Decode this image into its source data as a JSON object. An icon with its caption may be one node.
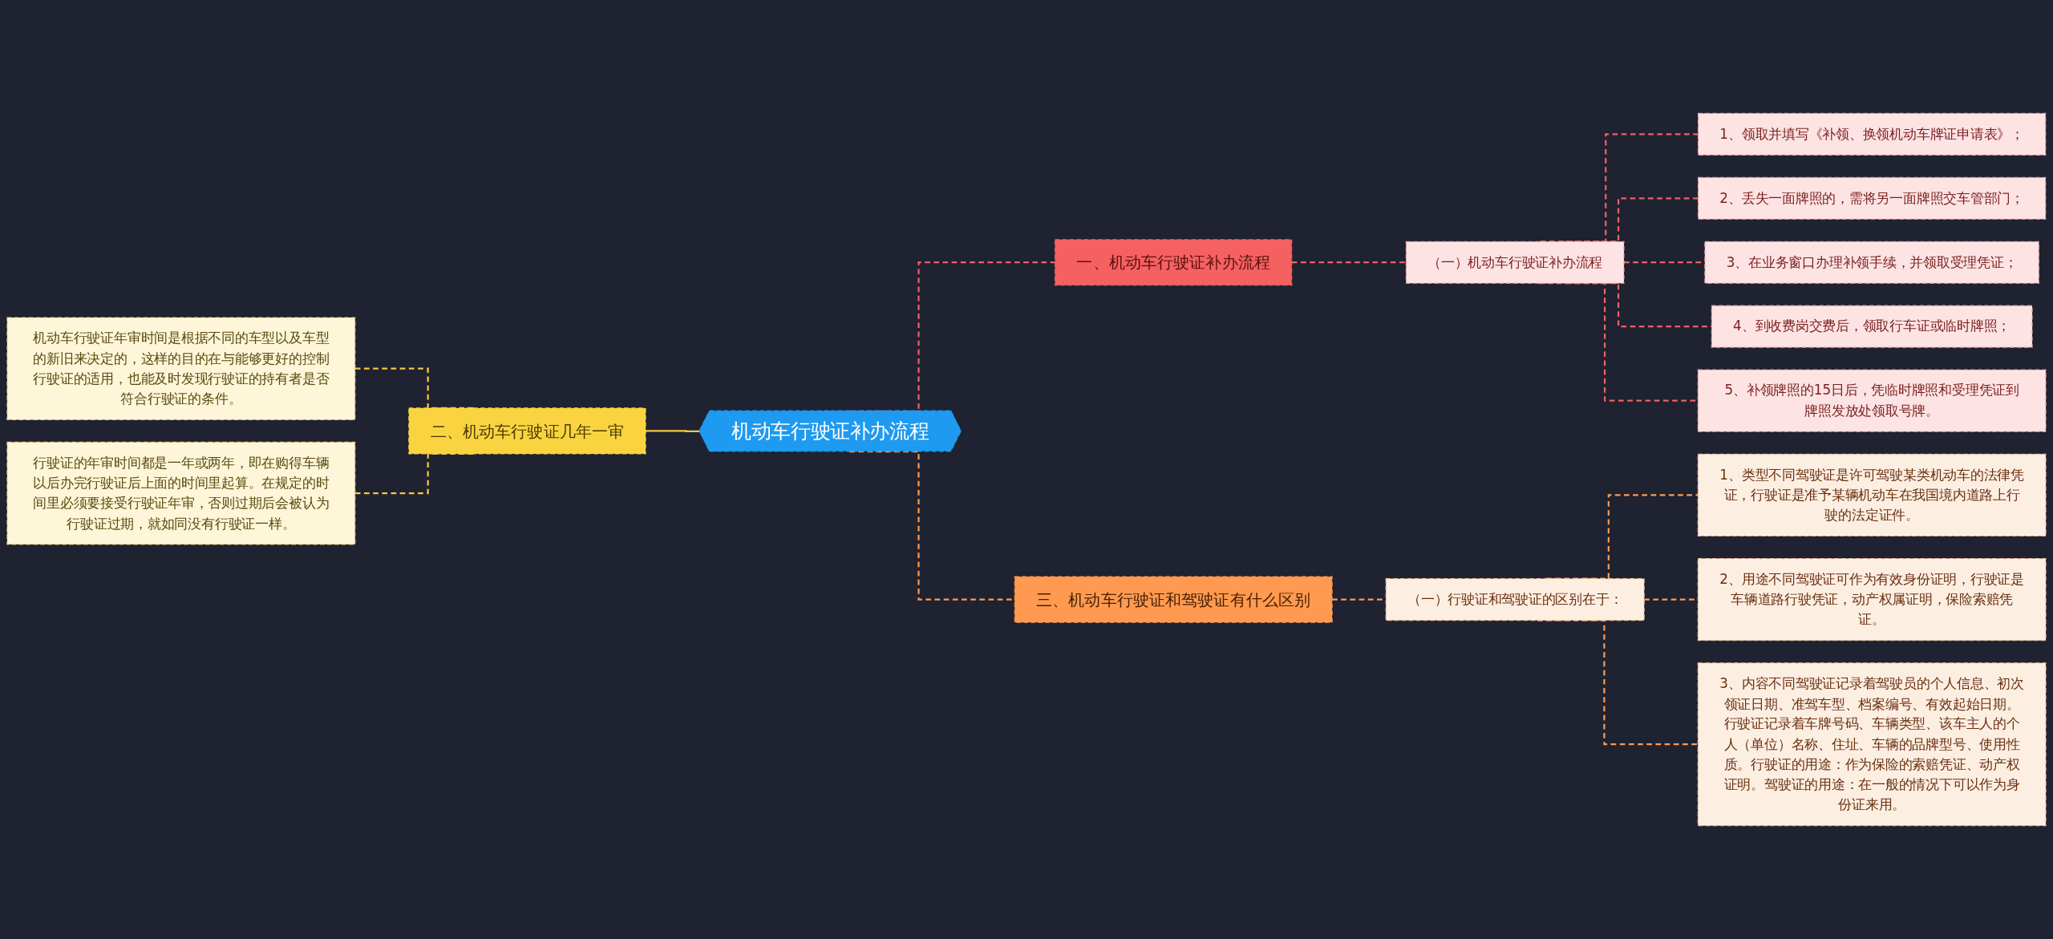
{
  "diagram": {
    "nodes": [
      {
        "text": [
          "机动车行驶证补办流程"
        ]
      },
      {
        "text": [
          "一、机动车行驶证补办流程"
        ]
      },
      {
        "text": [
          "（一）机动车行驶证补办流程"
        ]
      },
      {
        "text": [
          "1、领取并填写《补领、换领机动车牌证申请表》；"
        ]
      },
      {
        "text": [
          "2、丢失一面牌照的，需将另一面牌照交车管部门；"
        ]
      },
      {
        "text": [
          "3、在业务窗口办理补领手续，并领取受理凭证；"
        ]
      },
      {
        "text": [
          "4、到收费岗交费后，领取行车证或临时牌照；"
        ]
      },
      {
        "text": [
          "5、补领牌照的15日后，凭临时牌照和受理凭证到牌照发放处领取号牌。"
        ]
      },
      {
        "text": [
          "二、机动车行驶证几年一审"
        ]
      },
      {
        "text": [
          "机动车行驶证年审时间是根据不同的车型以及车型的新旧来决定的，这样的目的在与能够更好的控制行驶证的适用，也能及时发现行驶证的持有者是否符合行驶证的条件。"
        ]
      },
      {
        "text": [
          "行驶证的年审时间都是一年或两年，即在购得车辆以后办完行驶证后上面的时间里起算。在规定的时间里必须要接受行驶证年审，否则过期后会被认为行驶证过期，就如同没有行驶证一样。"
        ]
      },
      {
        "text": [
          "三、机动车行驶证和驾驶证有什么区别"
        ]
      },
      {
        "text": [
          "（一）行驶证和驾驶证的区别在于："
        ]
      },
      {
        "text": [
          "1、类型不同驾驶证是许可驾驶某类机动车的法律凭证，行驶证是准予某辆机动车在我国境内道路上行驶的法定证件。"
        ]
      },
      {
        "text": [
          "2、用途不同驾驶证可作为有效身份证明，行驶证是车辆道路行驶凭证，动产权属证明，保险索赔凭证。"
        ]
      },
      {
        "text": [
          "3、内容不同驾驶证记录着驾驶员的个人信息、初次领证日期、准驾车型、档案编号、有效起始日期。行驶证记录着车牌号码、车辆类型、该车主人的个人（单位）名称、住址、车辆的品牌型号、使用性质。行驶证的用途：作为保险的索赔凭证、动产权证明。驾驶证的用途：在一般的情况下可以作为身份证来用。"
        ]
      }
    ],
    "edges": [
      {
        "from": 0,
        "to": 1,
        "arrow": "none",
        "style": "dashed"
      },
      {
        "from": 1,
        "to": 2,
        "arrow": "none",
        "style": "dashed"
      },
      {
        "from": 2,
        "to": 3,
        "arrow": "none",
        "style": "dashed"
      },
      {
        "from": 2,
        "to": 4,
        "arrow": "none",
        "style": "dashed"
      },
      {
        "from": 2,
        "to": 5,
        "arrow": "none",
        "style": "dashed"
      },
      {
        "from": 2,
        "to": 6,
        "arrow": "none",
        "style": "dashed"
      },
      {
        "from": 2,
        "to": 7,
        "arrow": "none",
        "style": "dashed"
      },
      {
        "from": 0,
        "to": 8,
        "arrow": "none",
        "color": "#f5c842"
      },
      {
        "from": 8,
        "to": 9,
        "arrow": "none",
        "style": "dashed",
        "color": "#f5c842"
      },
      {
        "from": 8,
        "to": 10,
        "arrow": "none",
        "style": "dashed",
        "color": "#f5c842"
      },
      {
        "from": 0,
        "to": 11,
        "arrow": "none",
        "style": "dashed",
        "color": "#ff9a50"
      },
      {
        "from": 11,
        "to": 12,
        "arrow": "none",
        "style": "dashed",
        "color": "#ff9a50"
      },
      {
        "from": 12,
        "to": 13,
        "arrow": "none",
        "style": "dashed",
        "color": "#ff9a50"
      },
      {
        "from": 12,
        "to": 14,
        "arrow": "none",
        "style": "dashed",
        "color": "#ff9a50"
      },
      {
        "from": 12,
        "to": 15,
        "arrow": "none",
        "style": "dashed",
        "color": "#ff9a50"
      }
    ]
  }
}
